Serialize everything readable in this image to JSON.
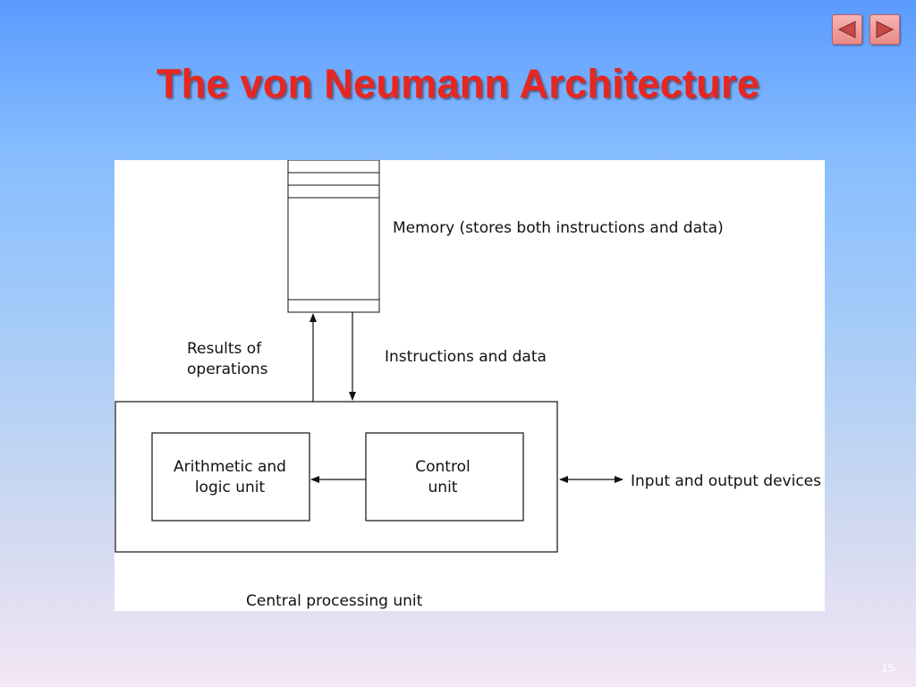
{
  "slide": {
    "title": "The von Neumann Architecture",
    "page_number": "15"
  },
  "nav": {
    "prev_icon": "triangle-left-icon",
    "next_icon": "triangle-right-icon"
  },
  "diagram": {
    "memory_label": "Memory (stores both instructions and data)",
    "results_label_line1": "Results of",
    "results_label_line2": "operations",
    "instructions_label": "Instructions and data",
    "alu_label_line1": "Arithmetic and",
    "alu_label_line2": "logic unit",
    "control_label_line1": "Control",
    "control_label_line2": "unit",
    "io_label": "Input and output devices",
    "cpu_label": "Central processing unit"
  }
}
